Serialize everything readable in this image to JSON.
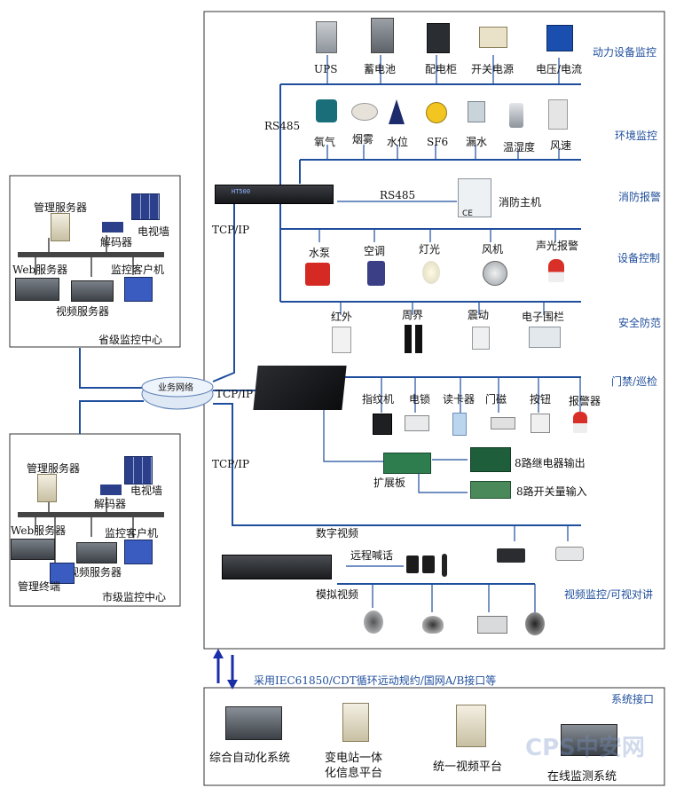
{
  "power": {
    "devices": [
      "UPS",
      "蓄电池",
      "配电柜",
      "开关电源",
      "电压/电流"
    ],
    "label": "动力设备监控"
  },
  "env": {
    "devices": [
      "氧气",
      "烟雾",
      "水位",
      "SF6",
      "漏水",
      "温湿度",
      "风速"
    ],
    "label": "环境监控"
  },
  "rs485_a": "RS485",
  "rs485_b": "RS485",
  "fire": {
    "host": "消防主机",
    "label": "消防报警",
    "ce": "CE"
  },
  "controller_label": "HT500",
  "tcpip": [
    "TCP/IP",
    "TCP/IP",
    "TCP/IP"
  ],
  "equip": {
    "devices": [
      "水泵",
      "空调",
      "灯光",
      "风机",
      "声光报警"
    ],
    "label": "设备控制"
  },
  "security": {
    "devices": [
      "红外",
      "周界",
      "震动",
      "电子围栏"
    ],
    "label": "安全防范"
  },
  "access": {
    "devices": [
      "指纹机",
      "电锁",
      "读卡器",
      "门磁",
      "按钮",
      "报警器"
    ],
    "label": "门禁/巡检"
  },
  "expand": {
    "board": "扩展板",
    "relay": "8路继电器输出",
    "switch": "8路开关量输入"
  },
  "video": {
    "digital": "数字视频",
    "remote": "远程喊话",
    "analog": "模拟视频",
    "label": "视频监控/可视对讲"
  },
  "network": "业务网络",
  "province": {
    "mgmt": "管理服务器",
    "wall": "电视墙",
    "decoder": "解码器",
    "web": "Web服务器",
    "client": "监控客户机",
    "video": "视频服务器",
    "title": "省级监控中心"
  },
  "city": {
    "mgmt": "管理服务器",
    "wall": "电视墙",
    "decoder": "解码器",
    "web": "Web服务器",
    "client": "监控客户机",
    "video": "视频服务器",
    "terminal": "管理终端",
    "title": "市级监控中心"
  },
  "interface": {
    "protocol": "采用IEC61850/CDT循环远动规约/国网A/B接口等",
    "label": "系统接口",
    "systems": [
      "综合自动化系统",
      "变电站一体",
      "化信息平台",
      "统一视频平台",
      "在线监测系统"
    ]
  },
  "watermark": "CPS中安网",
  "colors": {
    "line": "#1f4e9c",
    "accent": "#3b6fb6"
  }
}
